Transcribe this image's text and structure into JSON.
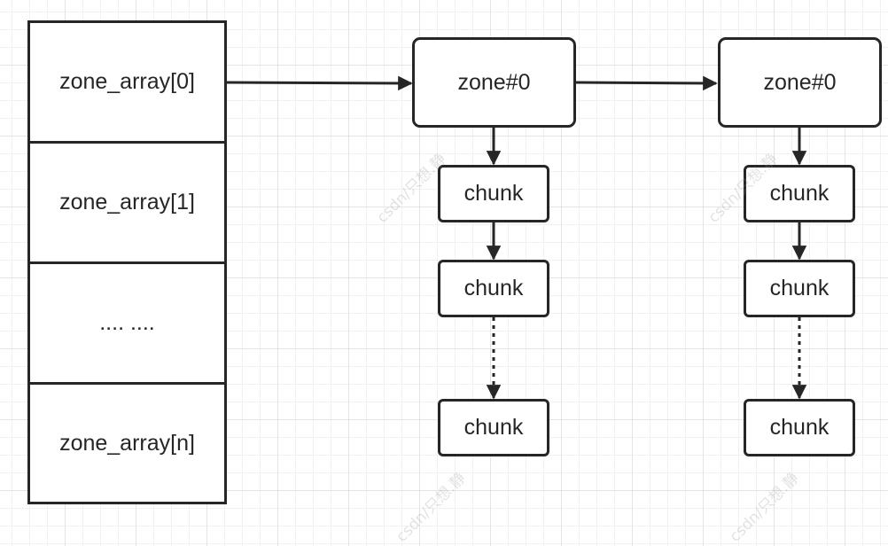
{
  "array": {
    "cells": [
      "zone_array[0]",
      "zone_array[1]",
      ".... ....",
      "zone_array[n]"
    ]
  },
  "zones": [
    {
      "label": "zone#0",
      "chunks": [
        "chunk",
        "chunk",
        "chunk"
      ]
    },
    {
      "label": "zone#0",
      "chunks": [
        "chunk",
        "chunk",
        "chunk"
      ]
    }
  ],
  "watermark": "csdn/只想.静"
}
